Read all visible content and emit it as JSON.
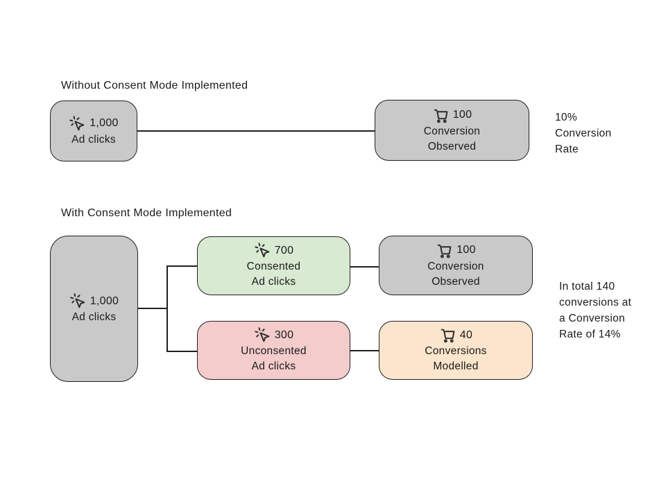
{
  "diagram": {
    "sections": [
      {
        "title": "Without Consent Mode Implemented",
        "note_lines": [
          "10%",
          "Conversion",
          "Rate"
        ]
      },
      {
        "title": "With Consent Mode Implemented",
        "note_lines": [
          "In total 140",
          "conversions at",
          "a Conversion",
          "Rate of 14%"
        ]
      }
    ],
    "nodes": [
      {
        "id": "ad-clicks-top",
        "icon": "ads-click-icon",
        "value": "1,000",
        "lines": [
          "Ad clicks"
        ],
        "fill": "#c9c9c9"
      },
      {
        "id": "conversion-observed-top",
        "icon": "cart-icon",
        "value": "100",
        "lines": [
          "Conversion",
          "Observed"
        ],
        "fill": "#c9c9c9"
      },
      {
        "id": "ad-clicks-bottom",
        "icon": "ads-click-icon",
        "value": "1,000",
        "lines": [
          "Ad clicks"
        ],
        "fill": "#c9c9c9"
      },
      {
        "id": "consented-ad-clicks",
        "icon": "ads-click-icon",
        "value": "700",
        "lines": [
          "Consented",
          "Ad clicks"
        ],
        "fill": "#d9ead3"
      },
      {
        "id": "unconsented-ad-clicks",
        "icon": "ads-click-icon",
        "value": "300",
        "lines": [
          "Unconsented",
          "Ad clicks"
        ],
        "fill": "#f4cccc"
      },
      {
        "id": "conversion-observed-bottom",
        "icon": "cart-icon",
        "value": "100",
        "lines": [
          "Conversion",
          "Observed"
        ],
        "fill": "#c9c9c9"
      },
      {
        "id": "conversions-modelled",
        "icon": "cart-icon",
        "value": "40",
        "lines": [
          "Conversions",
          "Modelled"
        ],
        "fill": "#fce5cd"
      }
    ],
    "colors": {
      "box_gray": "#c9c9c9",
      "box_green": "#d9ead3",
      "box_red": "#f4cccc",
      "box_orange": "#fce5cd",
      "border": "#1f1f1f",
      "text": "#1a1a1a",
      "background": "#ffffff"
    }
  }
}
